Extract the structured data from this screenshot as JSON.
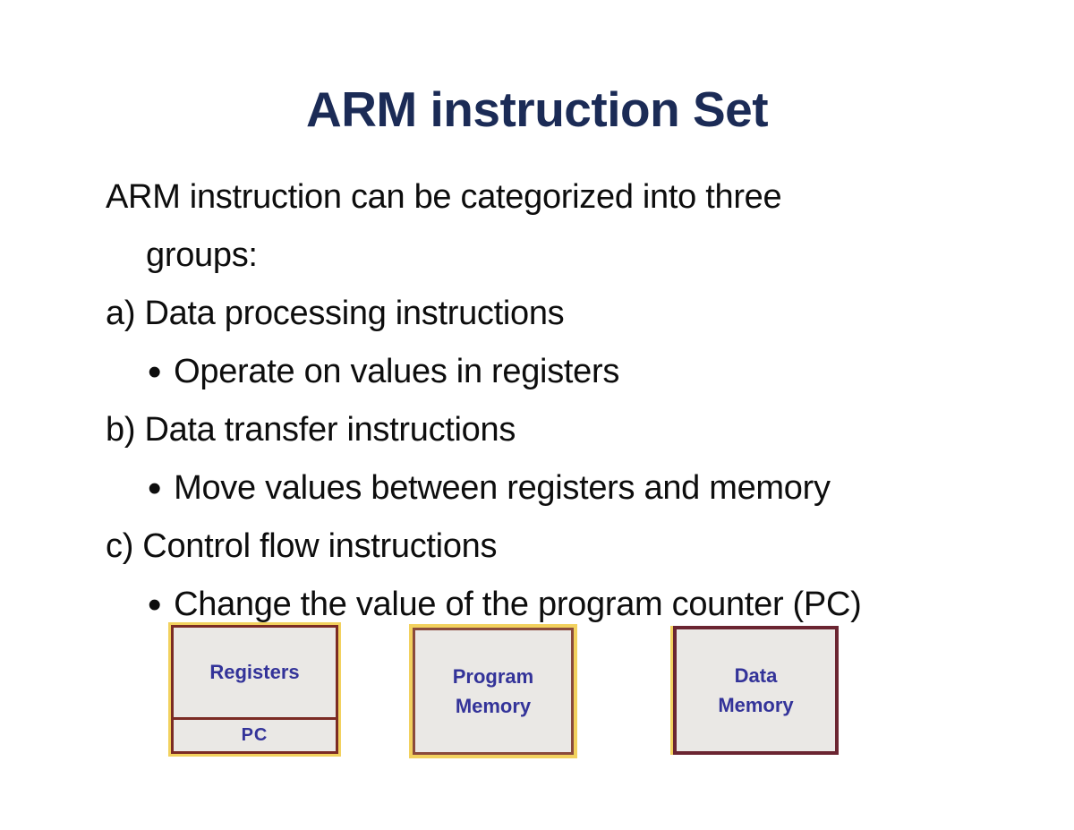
{
  "slide": {
    "title": "ARM instruction Set"
  },
  "body": {
    "bullet_char": "•",
    "lines": {
      "intro": "ARM instruction can be categorized into three",
      "intro_wrap": "groups:",
      "item_a": "a) Data processing instructions",
      "bullet_a": "Operate on values in registers",
      "item_b": "b) Data transfer instructions",
      "bullet_b": "Move values between registers and memory",
      "item_c": "c) Control flow instructions",
      "bullet_c": "Change the value of the program counter (PC)"
    }
  },
  "diagram": {
    "registers_box": {
      "label": "Registers",
      "pc_label": "PC"
    },
    "program_memory_box": {
      "label_line1": "Program",
      "label_line2": "Memory"
    },
    "data_memory_box": {
      "label_line1": "Data",
      "label_line2": "Memory"
    }
  },
  "colors": {
    "title_text": "#1B2B56",
    "body_text": "#0D0D0D",
    "box_label_text": "#333399",
    "maroon_border": "#7B2B24",
    "brown_border": "#8A4A3C",
    "wine_border": "#6B2531",
    "gold_border": "#F2D15E",
    "box_background": "#EAE8E5"
  }
}
